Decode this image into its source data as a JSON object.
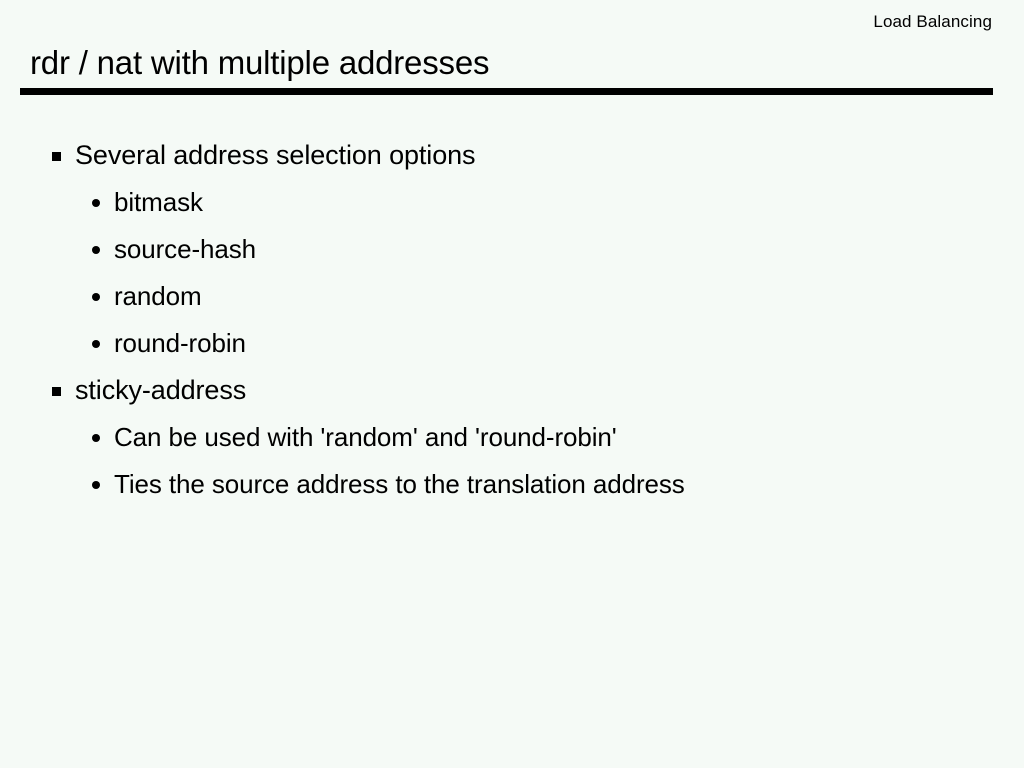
{
  "slide": {
    "running_head": "Load Balancing",
    "title": "rdr / nat with multiple addresses",
    "background_color": "#f5faf6",
    "text_color": "#000000",
    "rule_color": "#000000",
    "bullets": [
      {
        "level": 1,
        "marker": "square-bullet",
        "text": "Several address selection options"
      },
      {
        "level": 2,
        "marker": "round-bullet",
        "text": "bitmask"
      },
      {
        "level": 2,
        "marker": "round-bullet",
        "text": "source-hash"
      },
      {
        "level": 2,
        "marker": "round-bullet",
        "text": "random"
      },
      {
        "level": 2,
        "marker": "round-bullet",
        "text": "round-robin"
      },
      {
        "level": 1,
        "marker": "square-bullet",
        "text": "sticky-address"
      },
      {
        "level": 2,
        "marker": "round-bullet",
        "text": "Can be used with 'random' and 'round-robin'"
      },
      {
        "level": 2,
        "marker": "round-bullet",
        "text": "Ties the source address to the translation address"
      }
    ]
  }
}
